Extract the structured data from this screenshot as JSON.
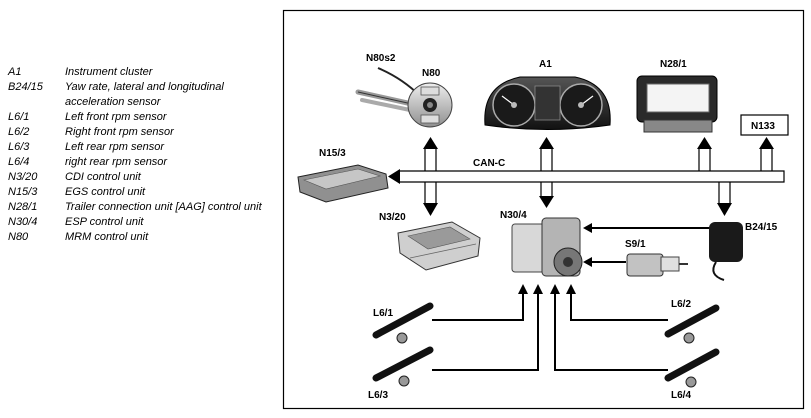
{
  "legend": [
    {
      "code": "A1",
      "desc": "Instrument cluster"
    },
    {
      "code": "B24/15",
      "desc": "Yaw rate, lateral and longitudinal acceleration sensor"
    },
    {
      "code": "L6/1",
      "desc": "Left front rpm sensor"
    },
    {
      "code": "L6/2",
      "desc": "Right front rpm sensor"
    },
    {
      "code": "L6/3",
      "desc": "Left rear rpm sensor"
    },
    {
      "code": "L6/4",
      "desc": "right rear rpm sensor"
    },
    {
      "code": "N3/20",
      "desc": "CDI control unit"
    },
    {
      "code": "N15/3",
      "desc": "EGS control unit"
    },
    {
      "code": "N28/1",
      "desc": "Trailer connection unit [AAG] control unit"
    },
    {
      "code": "N30/4",
      "desc": "ESP control unit"
    },
    {
      "code": "N80",
      "desc": "MRM control unit"
    }
  ],
  "diagram": {
    "bus_label": "CAN-C",
    "components": {
      "n80s2": "N80s2",
      "n80": "N80",
      "a1": "A1",
      "n28_1": "N28/1",
      "n133": "N133",
      "n15_3": "N15/3",
      "n3_20": "N3/20",
      "n30_4": "N30/4",
      "s9_1": "S9/1",
      "b24_15": "B24/15",
      "l6_1": "L6/1",
      "l6_2": "L6/2",
      "l6_3": "L6/3",
      "l6_4": "L6/4"
    }
  }
}
